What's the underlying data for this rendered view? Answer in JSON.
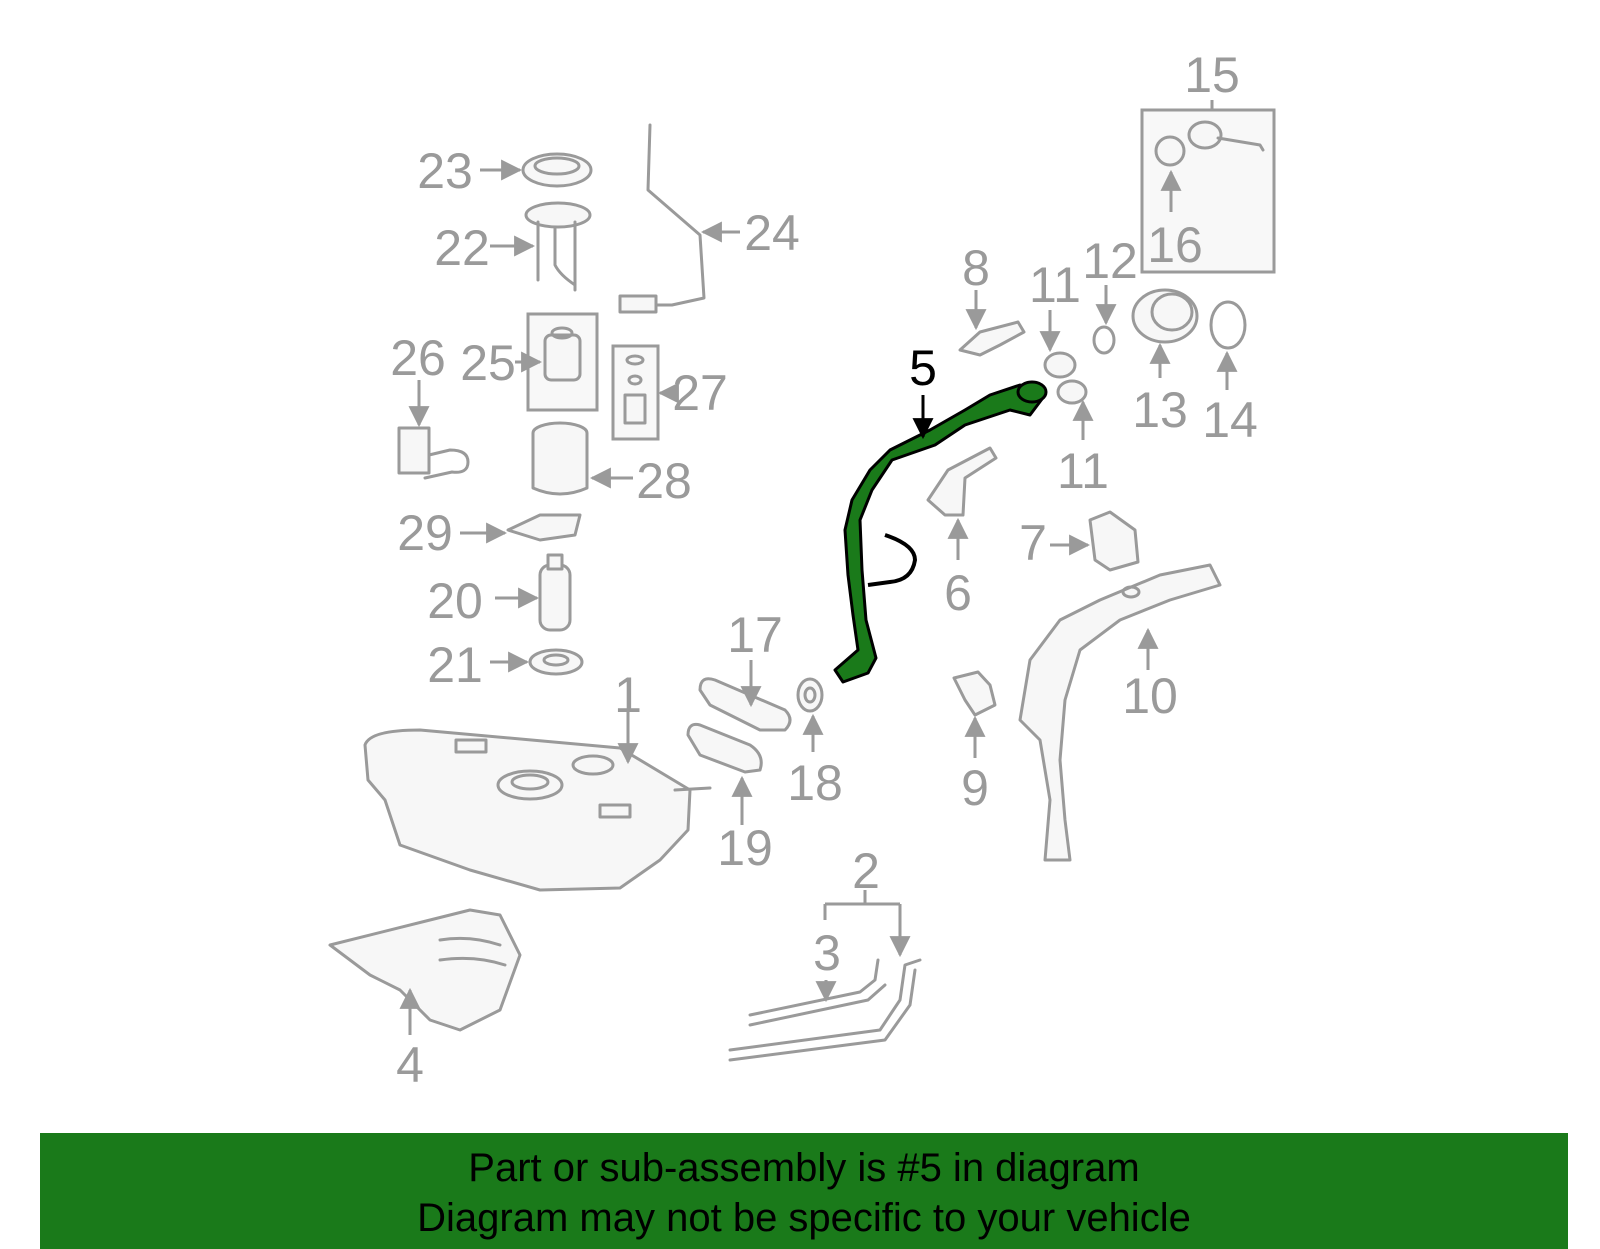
{
  "diagram": {
    "highlight_color": "#1a7a1a",
    "part_color": "#9a9a9a",
    "labels": [
      {
        "id": "1",
        "text": "1"
      },
      {
        "id": "2",
        "text": "2"
      },
      {
        "id": "3",
        "text": "3"
      },
      {
        "id": "4",
        "text": "4"
      },
      {
        "id": "5",
        "text": "5"
      },
      {
        "id": "6",
        "text": "6"
      },
      {
        "id": "7",
        "text": "7"
      },
      {
        "id": "8",
        "text": "8"
      },
      {
        "id": "9",
        "text": "9"
      },
      {
        "id": "10",
        "text": "10"
      },
      {
        "id": "11a",
        "text": "11"
      },
      {
        "id": "11b",
        "text": "11"
      },
      {
        "id": "12",
        "text": "12"
      },
      {
        "id": "13",
        "text": "13"
      },
      {
        "id": "14",
        "text": "14"
      },
      {
        "id": "15",
        "text": "15"
      },
      {
        "id": "16",
        "text": "16"
      },
      {
        "id": "17",
        "text": "17"
      },
      {
        "id": "18",
        "text": "18"
      },
      {
        "id": "19",
        "text": "19"
      },
      {
        "id": "20",
        "text": "20"
      },
      {
        "id": "21",
        "text": "21"
      },
      {
        "id": "22",
        "text": "22"
      },
      {
        "id": "23",
        "text": "23"
      },
      {
        "id": "24",
        "text": "24"
      },
      {
        "id": "25",
        "text": "25"
      },
      {
        "id": "26",
        "text": "26"
      },
      {
        "id": "27",
        "text": "27"
      },
      {
        "id": "28",
        "text": "28"
      },
      {
        "id": "29",
        "text": "29"
      }
    ]
  },
  "banner": {
    "line1": "Part or sub-assembly is #5 in diagram",
    "line2": "Diagram may not be specific to your vehicle"
  }
}
